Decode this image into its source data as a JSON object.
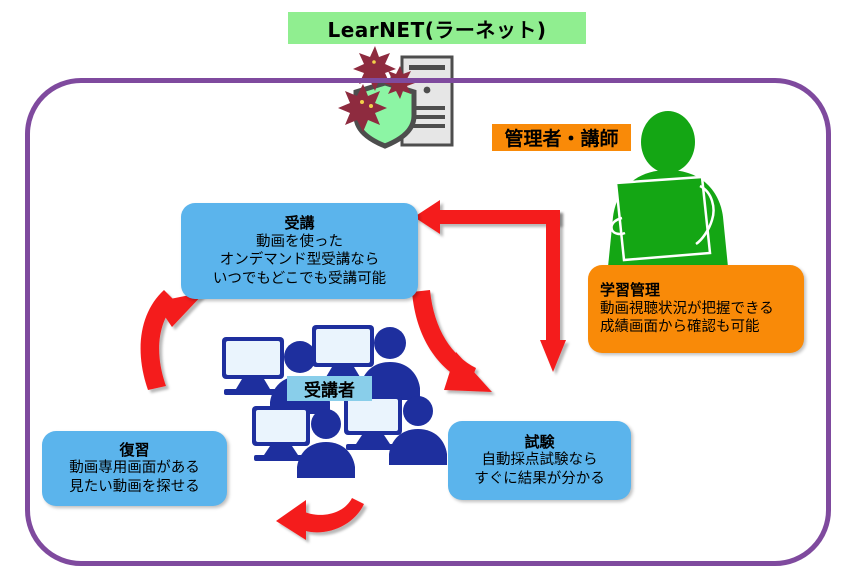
{
  "title": {
    "text": "LearNET(ラーネット)",
    "background": "#90EE90"
  },
  "frame": {
    "border_color": "#7F4A9E"
  },
  "labels": {
    "admin": "管理者・講師",
    "admin_background": "#F98A08",
    "student": "受講者",
    "student_background": "#89CEEA"
  },
  "boxes": [
    {
      "id": "jukou",
      "heading": "受講",
      "lines": [
        "動画を使った",
        "オンデマンド型受講なら",
        "いつでもどこでも受講可能"
      ],
      "color": "#5BB4EC"
    },
    {
      "id": "shiken",
      "heading": "試験",
      "lines": [
        "自動採点試験なら",
        "すぐに結果が分かる"
      ],
      "color": "#5BB4EC"
    },
    {
      "id": "fukushu",
      "heading": "復習",
      "lines": [
        "動画専用画面がある",
        "見たい動画を探せる"
      ],
      "color": "#5BB4EC"
    },
    {
      "id": "kanri",
      "heading": "学習管理",
      "lines": [
        "動画視聴状況が把握できる",
        "成績画面から確認も可能"
      ],
      "color": "#F98A08"
    }
  ],
  "icons": {
    "server": "server-shield-virus-icon",
    "teacher": "teacher-silhouette-icon",
    "students": "students-at-computers-icon",
    "arrow_color": "#F41F1F"
  },
  "arrows": [
    {
      "name": "arrow-fukushu-to-jukou",
      "direction": "up-right"
    },
    {
      "name": "arrow-jukou-to-shiken",
      "direction": "down-right"
    },
    {
      "name": "arrow-shiken-to-fukushu",
      "direction": "left"
    },
    {
      "name": "arrow-admin-to-jukou",
      "direction": "left"
    },
    {
      "name": "arrow-admin-down",
      "direction": "down"
    }
  ]
}
